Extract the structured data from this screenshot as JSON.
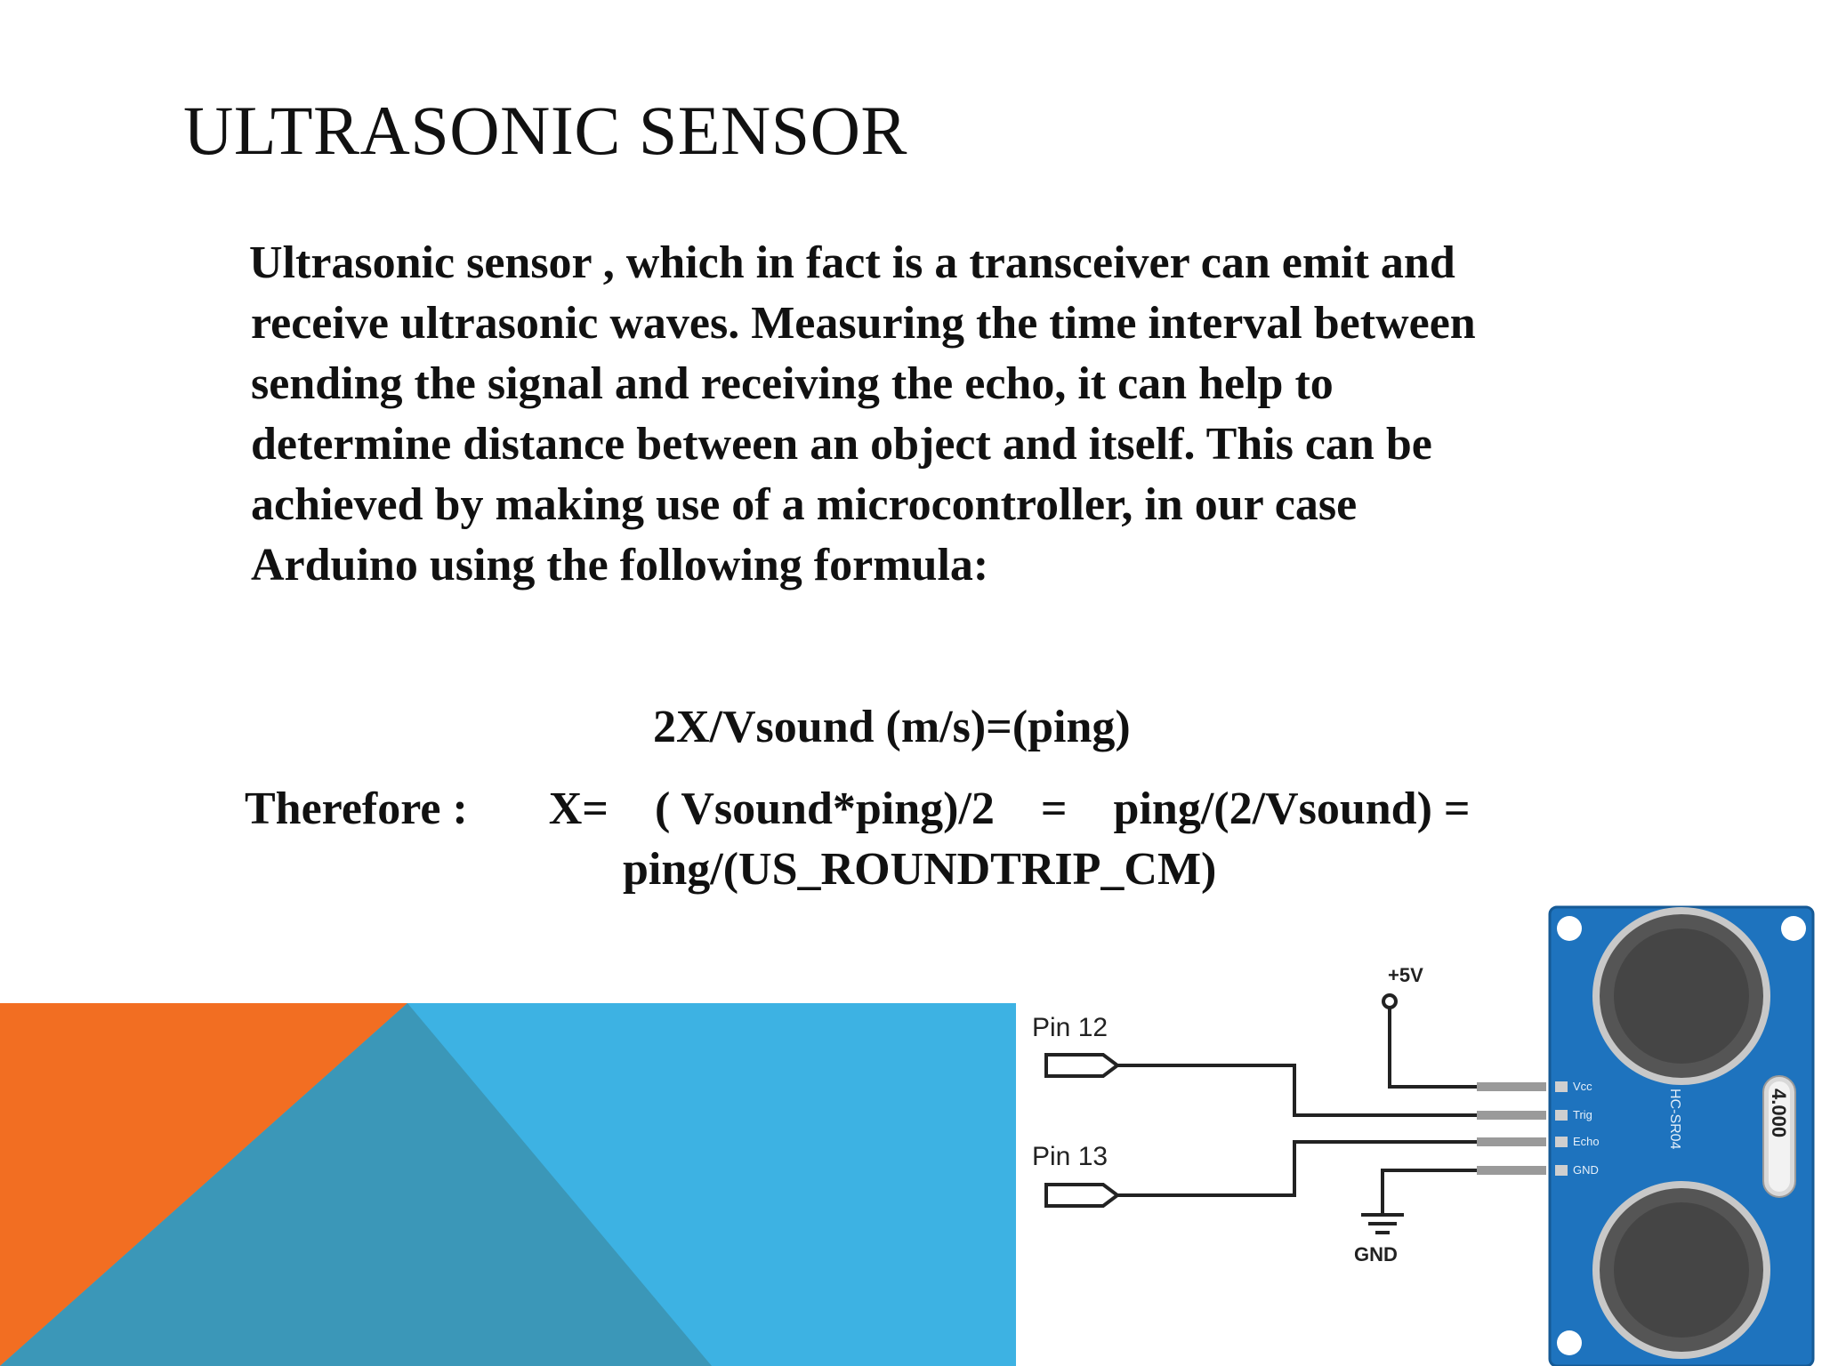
{
  "slide": {
    "title": "ULTRASONIC SENSOR",
    "body_lines": [
      "Ultrasonic sensor , which in fact is a transceiver can emit and",
      "receive ultrasonic waves. Measuring the time interval between",
      "sending the signal and receiving the echo, it can help  to",
      "determine distance between an object and itself. This can be",
      "achieved by making use of a microcontroller, in our case",
      "Arduino using the following formula:"
    ],
    "formula_1": "2X/Vsound (m/s)=(ping)",
    "formula_2": "Therefore :       X=    ( Vsound*ping)/2    =    ping/(2/Vsound) =",
    "formula_3": "ping/(US_ROUNDTRIP_CM)"
  },
  "diagram": {
    "supply_label": "+5V",
    "pin_a_label": "Pin 12",
    "pin_b_label": "Pin 13",
    "ground_label": "GND",
    "sensor_pins": [
      "Vcc",
      "Trig",
      "Echo",
      "GND"
    ],
    "module_model": "HC-SR04",
    "crystal_label": "4.000"
  },
  "colors": {
    "orange": "#f26e22",
    "light_blue": "#3db2e3",
    "mid_blue": "#3b97b8",
    "board_blue": "#1e73be"
  }
}
